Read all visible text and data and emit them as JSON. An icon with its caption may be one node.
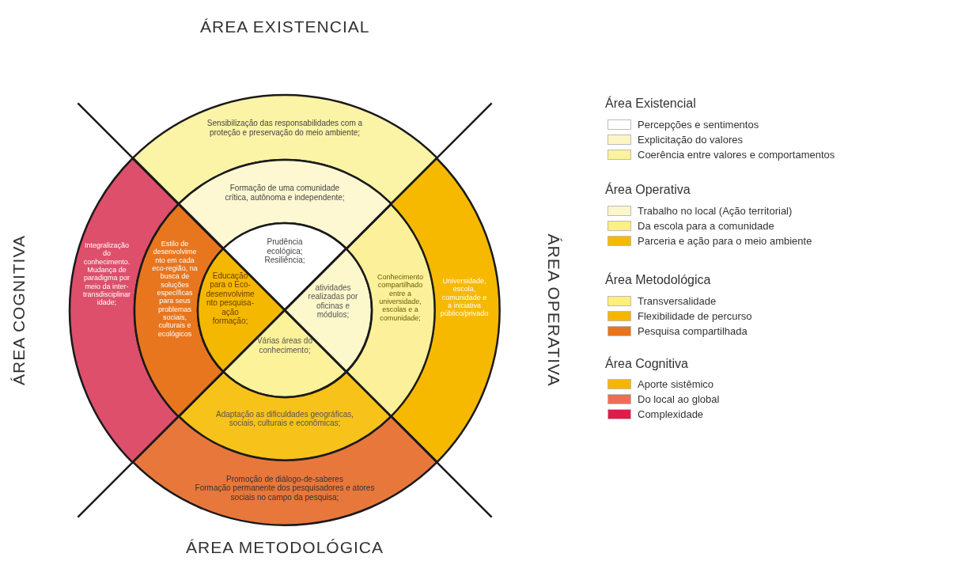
{
  "diagram": {
    "nodes": [
      {
        "text": [
          "Sensibilização das responsabilidades com a proteção e preservação do meio ambiente;"
        ]
      },
      {
        "text": [
          "Formação de uma comunidade crítica, autônoma e independente;"
        ]
      },
      {
        "text": [
          "Prudência ecológica; Resiliência;"
        ]
      },
      {
        "text": [
          "Integralização do conhecimento. Mudança de paradigma por meio da inter-transdisciplinaridade;"
        ]
      },
      {
        "text": [
          "Estilo de desenvolvimento em cada eco-região, na busca de soluções específicas para seus problemas sociais, culturais e ecológicos"
        ]
      },
      {
        "text": [
          "Educação para o Eco-desenvolvimento pesquisa-ação formação;"
        ]
      },
      {
        "text": [
          "atividades realizadas por oficinas e módulos;"
        ]
      },
      {
        "text": [
          "Conhecimento compartilhado entre a universidade, escolas e a comunidade;"
        ]
      },
      {
        "text": [
          "Universidade, escola, comunidade e a iniciativa público/privado"
        ]
      },
      {
        "text": [
          "Várias áreas do conhecimento;"
        ]
      },
      {
        "text": [
          "Adaptação as dificuldades geográficas, sociais, culturais e econômicas;"
        ]
      },
      {
        "text": [
          "Promoção de diálogo-de-saberes",
          "Formação permanente dos pesquisadores e atores sociais no campo da pesquisa;"
        ]
      }
    ],
    "labels": [
      "ÁREA EXISTENCIAL",
      "ÁREA COGNITIVA",
      "ÁREA OPERATIVA",
      "ÁREA METODOLÓGICA",
      "Área Existencial",
      "Área Operativa",
      "Área Metodológica",
      "Área Cognitiva"
    ],
    "legend": [
      {
        "text": "Percepções e sentimentos",
        "color": "#ffffff"
      },
      {
        "text": "Explicitação do valores",
        "color": "#fdf6c4"
      },
      {
        "text": "Coerência entre valores e comportamentos",
        "color": "#fcf29a"
      },
      {
        "text": "Trabalho no local (Ação territorial)",
        "color": "#fdf6cc"
      },
      {
        "text": "Da escola para a comunidade",
        "color": "#fcf080"
      },
      {
        "text": "Parceria e ação para o meio ambiente",
        "color": "#f6b900"
      },
      {
        "text": "Transversalidade",
        "color": "#fcef7e"
      },
      {
        "text": "Flexibilidade de percurso",
        "color": "#f6b600"
      },
      {
        "text": "Pesquisa compartilhada",
        "color": "#e8741c"
      },
      {
        "text": "Aporte sistêmico",
        "color": "#f6b600"
      },
      {
        "text": "Do local ao global",
        "color": "#ec6e55"
      },
      {
        "text": "Complexidade",
        "color": "#e01a4a"
      }
    ]
  }
}
